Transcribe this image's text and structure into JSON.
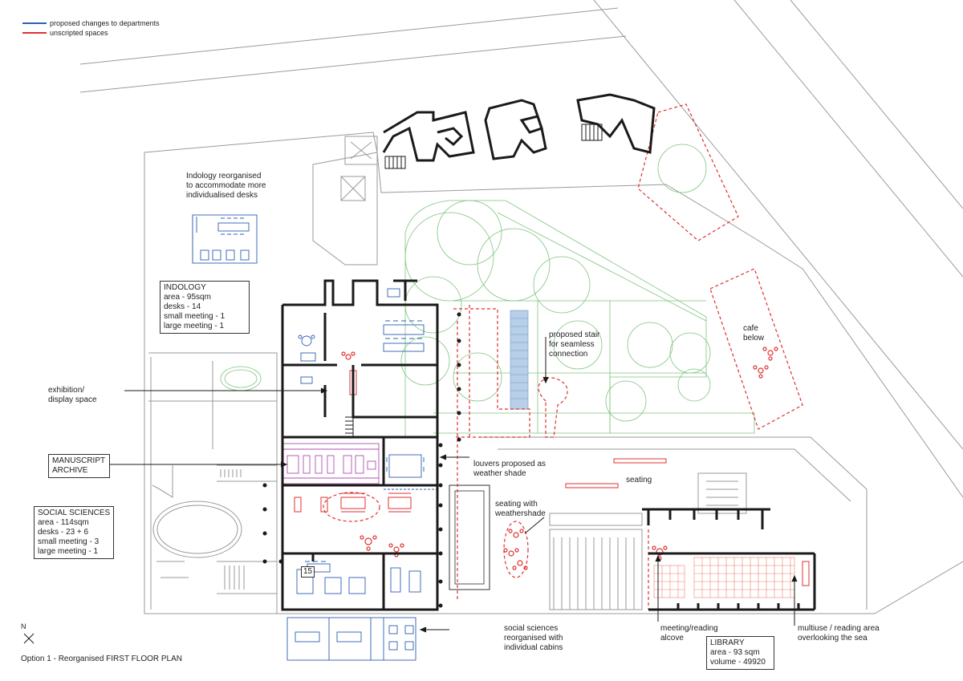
{
  "legend": [
    {
      "label": "proposed changes to departments",
      "color": "#2f5fb3"
    },
    {
      "label": "unscripted spaces",
      "color": "#e03030"
    }
  ],
  "notes": {
    "indology_reorg": [
      "Indology reorganised",
      "to accommodate more",
      "individualised desks"
    ],
    "exhibition": [
      "exhibition/",
      "display space"
    ],
    "proposed_stair": [
      "proposed stair",
      "for seamless",
      "connection"
    ],
    "cafe": [
      "cafe",
      "below"
    ],
    "louvers": [
      "louvers proposed as",
      "weather shade"
    ],
    "seating": "seating",
    "seating_weathershade": [
      "seating with",
      "weathershade"
    ],
    "social_reorg": [
      "social sciences",
      "reorganised with",
      "individual cabins"
    ],
    "meeting_alcove": [
      "meeting/reading",
      "alcove"
    ],
    "multiuse": [
      "multiuse / reading area",
      "overlooking the sea"
    ],
    "room_number": "15",
    "north": "N",
    "caption": "Option 1 - Reorganised FIRST FLOOR PLAN"
  },
  "boxes": {
    "indology": [
      "INDOLOGY",
      "area -  95sqm",
      "desks - 14",
      "small meeting - 1",
      "large meeting - 1"
    ],
    "manuscript": [
      "MANUSCRIPT",
      "ARCHIVE"
    ],
    "social": [
      "SOCIAL SCIENCES",
      "area - 114sqm",
      "desks - 23 + 6",
      "small meeting - 3",
      "large meeting - 1"
    ],
    "library": [
      "LIBRARY",
      "area - 93 sqm",
      "volume - 49920"
    ]
  },
  "colors": {
    "wall": "#1a1a1a",
    "outline": "#9a9a9a",
    "department": "#2f5fb3",
    "unscripted": "#e03030",
    "trees": "#7fc47f",
    "archive": "#b04fb0",
    "stair_fill": "#b8cfe8"
  }
}
